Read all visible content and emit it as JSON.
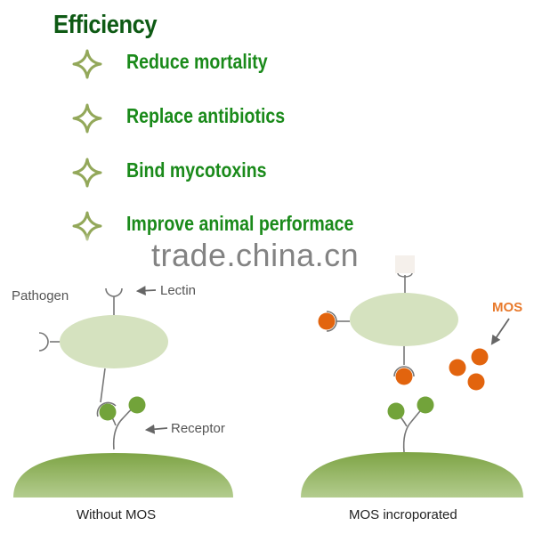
{
  "header": {
    "title": "Efficiency"
  },
  "benefits": [
    {
      "label": "Reduce mortality",
      "icon": "four-point-star-icon"
    },
    {
      "label": "Replace antibiotics",
      "icon": "four-point-star-icon"
    },
    {
      "label": "Bind mycotoxins",
      "icon": "four-point-star-icon"
    },
    {
      "label": "Improve animal performace",
      "icon": "four-point-star-icon"
    }
  ],
  "watermark": "trade.china.cn",
  "diagram": {
    "left_panel": {
      "labels": {
        "pathogen": "Pathogen",
        "lectin": "Lectin",
        "receptor": "Receptor"
      },
      "caption": "Without MOS"
    },
    "right_panel": {
      "labels": {
        "mos": "MOS"
      },
      "caption": "MOS incroporated"
    }
  },
  "colors": {
    "title": "#0e5a14",
    "benefit_text": "#1a8a1a",
    "star": "#93a85a",
    "pathogen_body": "#d5e2bf",
    "receptor_ball": "#72a33a",
    "mos_ball": "#e2640e",
    "cell_surface": "#7ea445",
    "line": "#777777"
  }
}
